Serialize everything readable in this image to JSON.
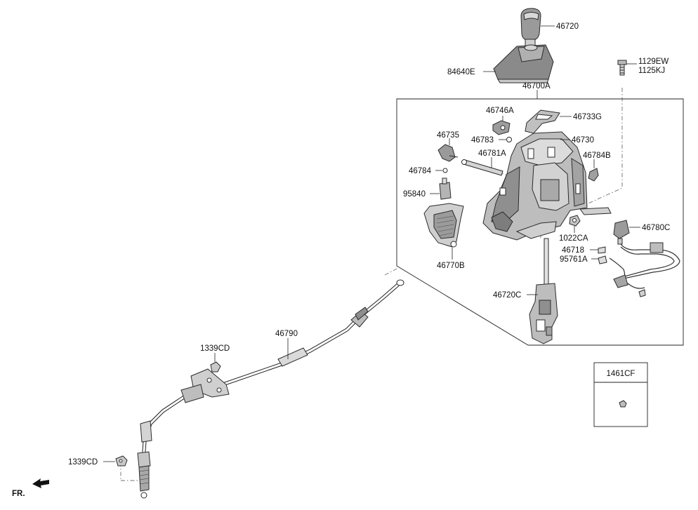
{
  "diagram": {
    "direction_label": "FR.",
    "inset_box": {
      "part_number": "1461CF"
    },
    "callouts": {
      "c46720": "46720",
      "c84640E": "84640E",
      "c1129EW": "1129EW",
      "c1125KJ": "1125KJ",
      "c46700A": "46700A",
      "c46746A": "46746A",
      "c46733G": "46733G",
      "c46783": "46783",
      "c46735": "46735",
      "c46730": "46730",
      "c46781A": "46781A",
      "c46784B": "46784B",
      "c46784": "46784",
      "c95840": "95840",
      "c1022CA": "1022CA",
      "c46780C": "46780C",
      "c46718": "46718",
      "c95761A": "95761A",
      "c46770B": "46770B",
      "c46720C": "46720C",
      "c46790": "46790",
      "c1339CD_top": "1339CD",
      "c1339CD_bottom": "1339CD"
    },
    "colors": {
      "line": "#222222",
      "part_fill_light": "#e6e6e6",
      "part_fill_mid": "#c8c8c8",
      "part_fill_dark": "#8f8f8f",
      "background": "#ffffff"
    },
    "icons": [
      "fr-arrow-icon"
    ]
  }
}
